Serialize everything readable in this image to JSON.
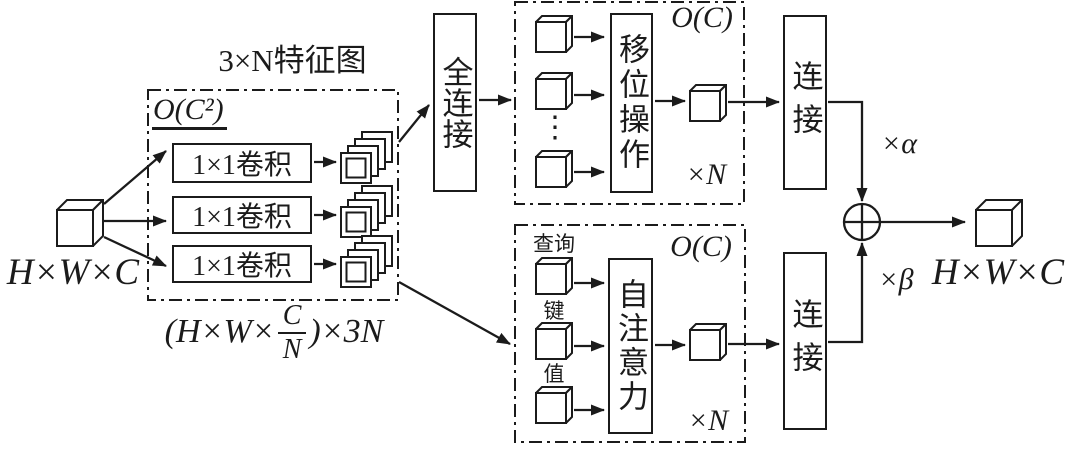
{
  "colors": {
    "ink": "#1b1b1b",
    "bg": "#ffffff"
  },
  "input": {
    "dim_label": "H×W×C"
  },
  "feature_stage": {
    "title": "3×N特征图",
    "complexity_label": "O(C²)",
    "convs": [
      {
        "label": "1×1卷积"
      },
      {
        "label": "1×1卷积"
      },
      {
        "label": "1×1卷积"
      }
    ],
    "shape_formula": {
      "prefix": "(H×W×",
      "numerator": "C",
      "denominator": "N",
      "suffix": ")×3N"
    }
  },
  "fully_connected": {
    "label": "全连接"
  },
  "shift_branch": {
    "complexity_label": "O(C)",
    "op_label": "移位操作",
    "repeat_label": "×N",
    "ellipsis": "⋮"
  },
  "attention_branch": {
    "complexity_label": "O(C)",
    "op_label": "自注意力",
    "repeat_label": "×N",
    "inputs": [
      {
        "label": "查询"
      },
      {
        "label": "键"
      },
      {
        "label": "值"
      }
    ]
  },
  "merge": {
    "concat_top_label": "连接",
    "concat_bottom_label": "连接",
    "alpha_label": "×α",
    "beta_label": "×β"
  },
  "output": {
    "dim_label": "H×W×C"
  },
  "icons": {
    "input_cube": "3d-cube",
    "output_cube": "3d-cube",
    "feature_map_stack": "stacked-feature-maps",
    "feature_map": "feature-map-slab",
    "add": "circled-plus"
  }
}
